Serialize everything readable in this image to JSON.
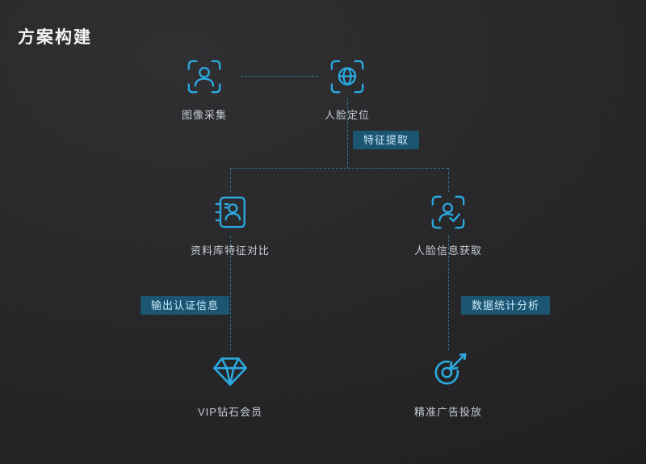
{
  "title": "方案构建",
  "flow": {
    "nodes": [
      {
        "id": "capture",
        "label": "图像采集",
        "icon": "person-scan-icon"
      },
      {
        "id": "locate",
        "label": "人脸定位",
        "icon": "face-scan-icon"
      },
      {
        "id": "compare",
        "label": "资料库特征对比",
        "icon": "contact-book-icon"
      },
      {
        "id": "face_info",
        "label": "人脸信息获取",
        "icon": "person-check-scan-icon"
      },
      {
        "id": "vip",
        "label": "VIP钻石会员",
        "icon": "diamond-icon"
      },
      {
        "id": "ads",
        "label": "精准广告投放",
        "icon": "target-dart-icon"
      }
    ],
    "badges": [
      {
        "id": "feature",
        "label": "特征提取"
      },
      {
        "id": "output",
        "label": "输出认证信息"
      },
      {
        "id": "stats",
        "label": "数据统计分析"
      }
    ]
  },
  "colors": {
    "accent": "#2BA9E0",
    "badge_bg": "#1C5572",
    "badge_text": "#C9ECFA",
    "label_text": "#C6CDD2",
    "line": "#2F7089",
    "background": "#28282A"
  }
}
